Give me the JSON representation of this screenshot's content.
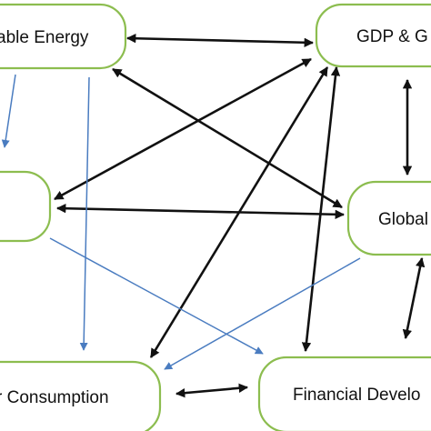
{
  "nodes": {
    "renewable_energy": {
      "label": "able Energy"
    },
    "gdp": {
      "label": "GDP & G"
    },
    "left_node": {
      "label": ""
    },
    "globalization": {
      "label": "Global"
    },
    "consumption": {
      "label": "r Consumption"
    },
    "financial_development": {
      "label": "Financial Develo"
    }
  },
  "colors": {
    "node_border": "#8cbd4f",
    "arrow_black": "#111111",
    "arrow_blue": "#4a7cc0"
  }
}
